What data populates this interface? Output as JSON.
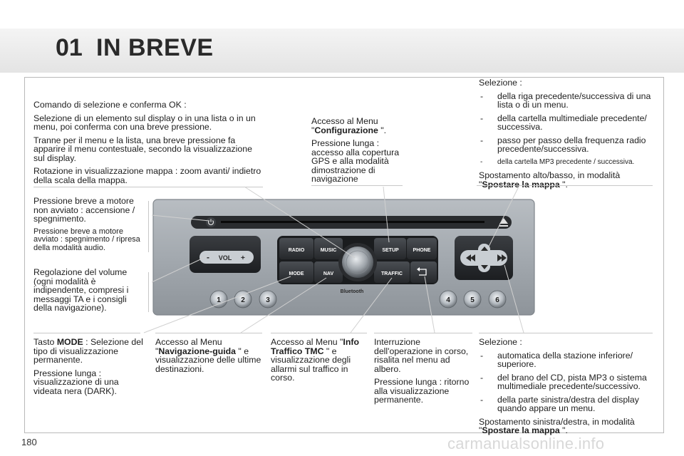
{
  "header": {
    "chapter_number": "01",
    "title": "IN BREVE"
  },
  "page_number": "180",
  "watermark": "carmanualsonline.info",
  "texts": {
    "select_confirm": [
      "Comando di selezione e conferma OK :",
      "Selezione di un elemento sul display o in una lista o in un menu, poi conferma con una breve pressione.",
      "Tranne per il menu e la lista, una breve pressione fa apparire il menu contestuale, secondo la visualizzazione sul display.",
      "Rotazione in visualizzazione mappa : zoom avanti/ indietro della scala della mappa."
    ],
    "power_1": "Pressione breve a motore non avviato : accensione / spegnimento.",
    "power_2": "Pressione breve a motore avviato : spegnimento / ripresa della modalità audio.",
    "volume": "Regolazione del volume (ogni modalità è indipendente, compresi i messaggi TA e i consigli della navigazione).",
    "mode_prefix": "Tasto ",
    "mode_bold": "MODE",
    "mode_suffix": " : Selezione del tipo di visualizzazione permanente.",
    "mode_long": "Pressione lunga : visualizzazione di una videata nera (DARK).",
    "nav_prefix": "Accesso al Menu \"",
    "nav_bold": "Navigazione-guida",
    "nav_suffix": " \" e visualizzazione delle ultime destinazioni.",
    "traffic_prefix": "Accesso al Menu \"",
    "traffic_bold": "Info Traffico TMC",
    "traffic_suffix": " \" e visualizzazione degli allarmi sul traffico in corso.",
    "back_1": "Interruzione dell'operazione in corso, risalita nel menu ad albero.",
    "back_2": "Pressione lunga : ritorno alla visualizzazione permanente.",
    "setup_prefix": "Accesso al Menu \"",
    "setup_bold": "Configurazione",
    "setup_suffix": " \".",
    "setup_long": "Pressione lunga : accesso alla copertura GPS e alla modalità dimostrazione di navigazione",
    "updown_title": "Selezione :",
    "updown_items": [
      "della riga precedente/successiva di una lista o di un menu.",
      "della cartella multimediale precedente/ successiva.",
      "passo per passo della frequenza radio precedente/successiva.",
      "della cartella MP3 precedente / successiva."
    ],
    "updown_shift_prefix": "Spostamento alto/basso, in modalità \"",
    "updown_shift_bold": "Spostare la mappa",
    "updown_shift_suffix": " \".",
    "numbers_title": "Selezione :",
    "numbers_items": [
      "automatica della stazione inferiore/ superiore.",
      "del brano del CD, pista MP3 o sistema multimediale precedente/successivo.",
      "della parte sinistra/destra del display quando appare un menu."
    ],
    "numbers_shift_prefix": "Spostamento sinistra/destra, in modalità \"",
    "numbers_shift_bold": "Spostare la mappa",
    "numbers_shift_suffix": " \"."
  },
  "radio": {
    "buttons_top": [
      "RADIO",
      "MUSIC",
      "SETUP",
      "PHONE"
    ],
    "buttons_bottom": [
      "MODE",
      "NAV",
      "TRAFFIC"
    ],
    "volume_label": "VOL",
    "vol_minus": "-",
    "vol_plus": "+",
    "bluetooth": "Bluetooth",
    "presets": [
      "1",
      "2",
      "3",
      "4",
      "5",
      "6"
    ]
  }
}
